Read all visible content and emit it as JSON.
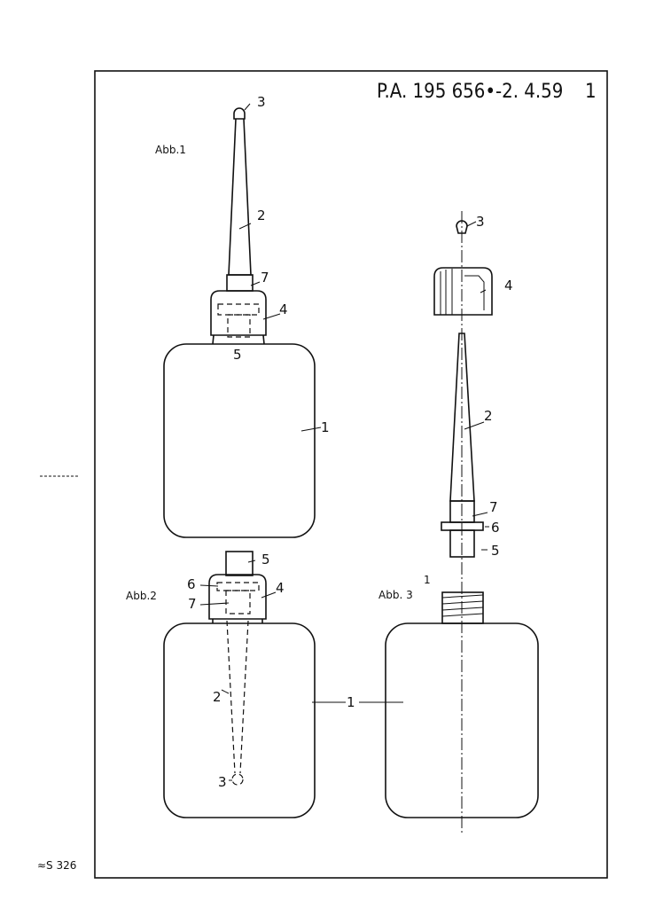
{
  "header": {
    "patent_number": "P.A. 195 656•-2. 4.59",
    "sheet_mark": "1"
  },
  "footer": {
    "code": "≈S 326"
  },
  "figures": [
    {
      "title": "Abb.1",
      "labels": {
        "tip": "3",
        "nozzle": "2",
        "collar": "7",
        "cap": "4",
        "plug": "5",
        "bottle": "1"
      }
    },
    {
      "title": "Abb.2",
      "labels": {
        "plug": "5",
        "ring": "6",
        "cap": "4",
        "collar": "7",
        "nozzle": "2",
        "bottle": "1",
        "tip": "3"
      }
    },
    {
      "title": "Abb. 3",
      "labels": {
        "tip": "3",
        "cap": "4",
        "nozzle": "2",
        "collar": "7",
        "ring": "6",
        "plug": "5",
        "bottle": "1"
      }
    }
  ]
}
